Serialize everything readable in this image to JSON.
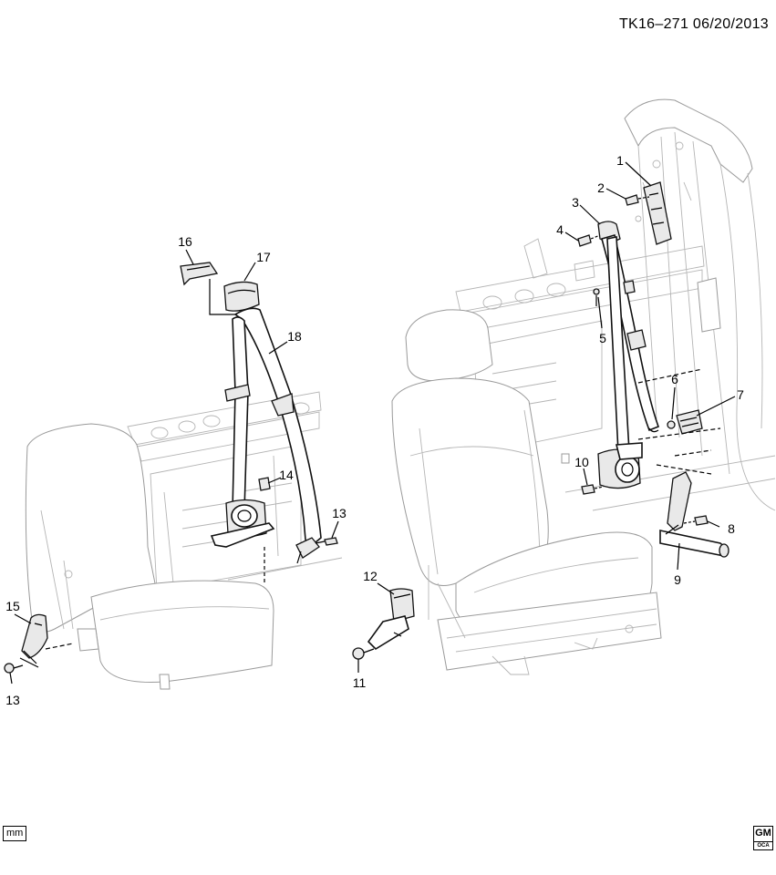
{
  "document_id": "TK16–271  06/20/2013",
  "unit_label": "mm",
  "logo": {
    "top": "GM",
    "bottom": "OCA"
  },
  "callouts": [
    "1",
    "2",
    "3",
    "4",
    "5",
    "6",
    "7",
    "8",
    "9",
    "10",
    "11",
    "12",
    "13",
    "13",
    "14",
    "15",
    "16",
    "17",
    "18"
  ]
}
